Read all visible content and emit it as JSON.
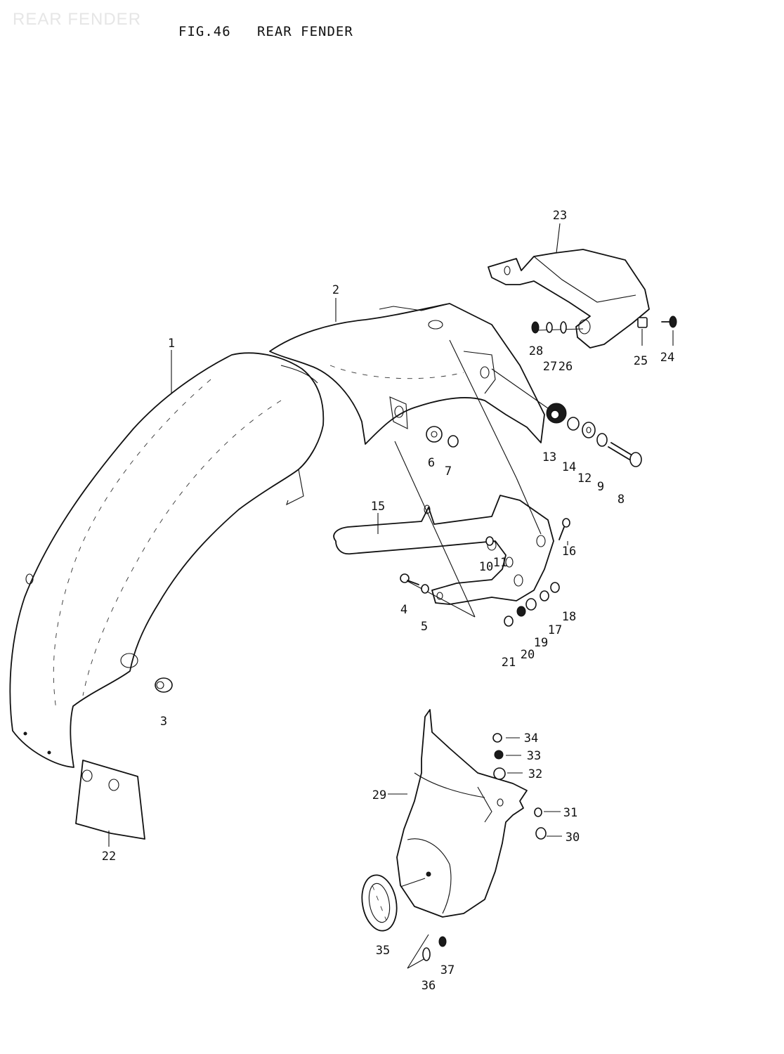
{
  "watermark": "REAR FENDER",
  "figure": {
    "number": "FIG.46",
    "title": "REAR FENDER"
  },
  "callouts": [
    "1",
    "2",
    "3",
    "4",
    "5",
    "6",
    "7",
    "8",
    "9",
    "10",
    "11",
    "12",
    "13",
    "14",
    "15",
    "16",
    "17",
    "18",
    "19",
    "20",
    "21",
    "22",
    "23",
    "24",
    "25",
    "26",
    "27",
    "28",
    "29",
    "30",
    "31",
    "32",
    "33",
    "34",
    "35",
    "36",
    "37"
  ]
}
